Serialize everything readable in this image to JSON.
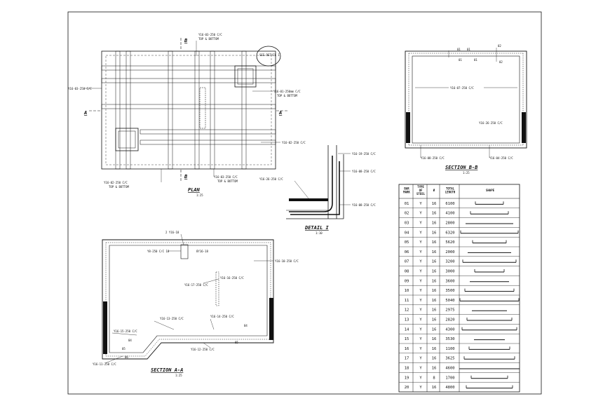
{
  "plan": {
    "title": "PLAN",
    "scale": "1:25",
    "label_top": "Y16-03-250 C/C",
    "label_top_sub": "TOP & BOTTOM",
    "detail_ref": "SEE DETAIL I",
    "label_left": "Y16-03-250 C/C",
    "label_right1": "Y16-01-250mm C/C",
    "label_right1_sub": "TOP & BOTTOM",
    "label_right2": "Y16-02-250 C/C",
    "label_bl": "Y16-02-250 C/C",
    "label_bl_sub": "TOP & BOTTOM",
    "label_bm": "Y16-03-250 C/C",
    "label_bm_sub": "TOP & BOTTOM",
    "sec_b": "B",
    "sec_a": "A"
  },
  "section_bb": {
    "title": "SECTION B-B",
    "scale": "1:25",
    "m1": "01",
    "m2": "01",
    "m3": "02",
    "m4": "02",
    "m5": "01",
    "m6": "01",
    "label_mid": "Y16-07-250 C/C",
    "label_side": "Y16-26-250 C/C",
    "label_bl": "Y16-08-250 C/C",
    "label_br": "Y16-04-250 C/C"
  },
  "detail": {
    "title": "DETAIL I",
    "scale": "1:10",
    "l1": "Y16-19-250 C/C",
    "l2": "Y16-08-250 C/C",
    "l3": "Y16-26-250 C/C",
    "l4": "Y16-08-250 C/C"
  },
  "section_aa": {
    "title": "SECTION A-A",
    "scale": "1:25",
    "l1": "2 Y16-18",
    "l2": "Y8-250 C/C 18",
    "l3": "8Y16-18",
    "l4": "Y16-10-250 C/C",
    "l5": "Y16-16-250 C/C",
    "l6": "Y16-17-250 C/C",
    "l7": "Y16-14-250 C/C",
    "l8": "Y16-13-250 C/C",
    "l9": "Y16-15-250 C/C",
    "l10": "Y16-12-250 C/C",
    "l11": "Y16-11-250 C/C",
    "m_04": "04",
    "m_05": "05",
    "m_06": "06",
    "m_04b": "04",
    "m_05b": "05"
  },
  "schedule": {
    "headers": [
      "BAR MARK",
      "TYPE OF STEEL",
      "Ø",
      "TOTAL LENGTH",
      "SHAPE"
    ],
    "rows": [
      [
        "01",
        "Y",
        "16",
        "6100"
      ],
      [
        "02",
        "Y",
        "16",
        "4100"
      ],
      [
        "03",
        "Y",
        "16",
        "2800"
      ],
      [
        "04",
        "Y",
        "16",
        "6320"
      ],
      [
        "05",
        "Y",
        "16",
        "5620"
      ],
      [
        "06",
        "Y",
        "16",
        "2000"
      ],
      [
        "07",
        "Y",
        "16",
        "3200"
      ],
      [
        "08",
        "Y",
        "16",
        "3000"
      ],
      [
        "09",
        "Y",
        "16",
        "3600"
      ],
      [
        "10",
        "Y",
        "16",
        "3500"
      ],
      [
        "11",
        "Y",
        "16",
        "5040"
      ],
      [
        "12",
        "Y",
        "16",
        "2975"
      ],
      [
        "13",
        "Y",
        "16",
        "2820"
      ],
      [
        "14",
        "Y",
        "16",
        "4300"
      ],
      [
        "15",
        "Y",
        "16",
        "3530"
      ],
      [
        "16",
        "Y",
        "16",
        "1100"
      ],
      [
        "17",
        "Y",
        "16",
        "3625"
      ],
      [
        "18",
        "Y",
        "16",
        "4600"
      ],
      [
        "19",
        "Y",
        "8",
        "1700"
      ],
      [
        "20",
        "Y",
        "16",
        "4800"
      ]
    ]
  }
}
